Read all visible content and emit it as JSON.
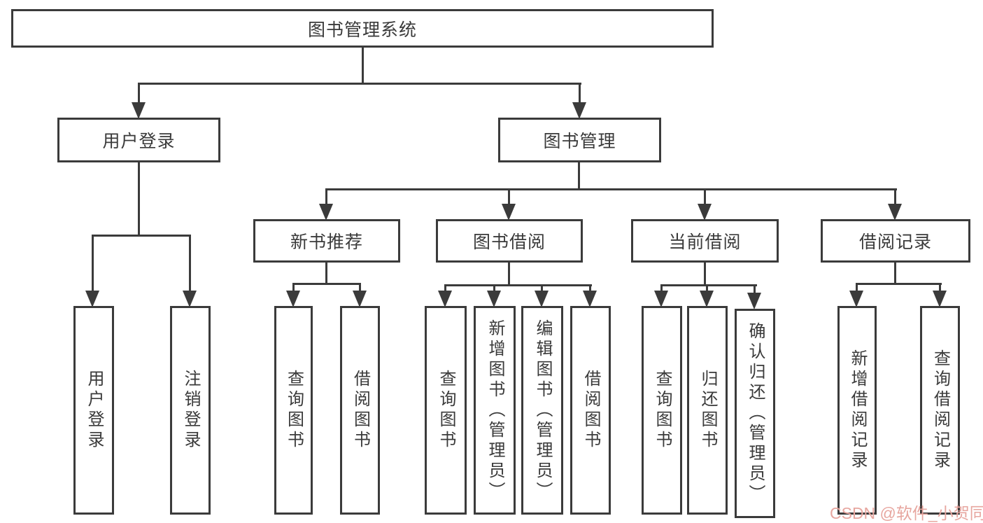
{
  "tree": {
    "root": "图书管理系统",
    "level2": [
      "用户登录",
      "图书管理"
    ],
    "level3": [
      "新书推荐",
      "图书借阅",
      "当前借阅",
      "借阅记录"
    ],
    "leaves": {
      "user": [
        "用户登录",
        "注销登录"
      ],
      "recommend": [
        "查询图书",
        "借阅图书"
      ],
      "borrow": [
        "查询图书",
        "新增图书（管理员）",
        "编辑图书（管理员）",
        "借阅图书"
      ],
      "current": [
        "查询图书",
        "归还图书",
        "确认归还（管理员）"
      ],
      "records": [
        "新增借阅记录",
        "查询借阅记录"
      ]
    }
  },
  "watermark": "CSDN @软件_小贺同学",
  "colors": {
    "line": "#3b3b3b",
    "text": "#3a3a3a",
    "watermark": "#e7a69f",
    "background": "#ffffff"
  }
}
